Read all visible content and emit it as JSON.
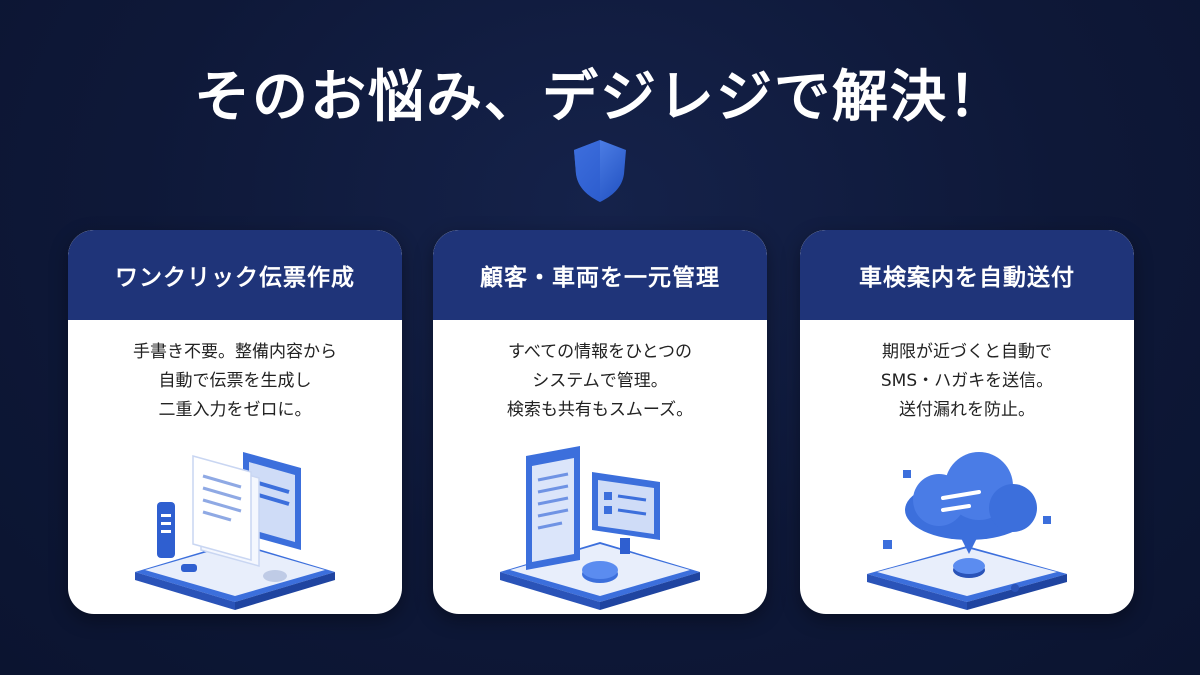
{
  "headline": "そのお悩み、デジレジで解決！",
  "colors": {
    "background": "#0e1838",
    "header": "#1f3479",
    "accent": "#3c6fdc",
    "shield": "#2f63d6"
  },
  "icons": {
    "top": "shield-icon",
    "card1": "document-invoice-illustration",
    "card2": "monitor-database-illustration",
    "card3": "cloud-message-illustration"
  },
  "cards": [
    {
      "title": "ワンクリック伝票作成",
      "lines": [
        "手書き不要。整備内容から",
        "自動で伝票を生成し",
        "二重入力をゼロに。"
      ]
    },
    {
      "title": "顧客・車両を一元管理",
      "lines": [
        "すべての情報をひとつの",
        "システムで管理。",
        "検索も共有もスムーズ。"
      ]
    },
    {
      "title": "車検案内を自動送付",
      "lines": [
        "期限が近づくと自動で",
        "SMS・ハガキを送信。",
        "送付漏れを防止。"
      ]
    }
  ]
}
